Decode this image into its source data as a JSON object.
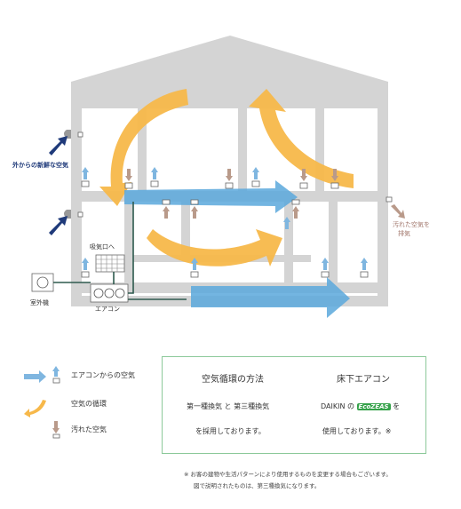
{
  "labels": {
    "fresh_air": "外からの新鮮な空気",
    "dirty_exhaust_1": "汚れた空気を",
    "dirty_exhaust_2": "排気",
    "intake": "吸気口へ",
    "outdoor_unit": "室外機",
    "aircon": "エアコン"
  },
  "legend": [
    {
      "icon": "blue-arrow-icon",
      "text": "エアコンからの空気"
    },
    {
      "icon": "circulation-arrow-icon",
      "text": "空気の循環"
    },
    {
      "icon": "brown-arrow-icon",
      "text": "汚れた空気"
    }
  ],
  "info_box": {
    "left_title": "空気循環の方法",
    "left_line1": "第一種換気 と 第三種換気",
    "left_line2": "を採用しております。",
    "right_title": "床下エアコン",
    "right_line1_a": "DAIKIN の",
    "right_line1_logo": "EcoZEAS",
    "right_line1_b": "を",
    "right_line2": "使用しております。※"
  },
  "notes": {
    "line1": "※ お客の建物や生活パターンにより使用するものを変更する場合もございます。",
    "line2": "図で説明されたものは、第三種換気になります。"
  },
  "colors": {
    "house": "#d4d4d4",
    "blue": "#5aa8dc",
    "yellow": "#f7b84a",
    "brown": "#b99a8a",
    "navy": "#1f3a7a",
    "duct": "#2e5a4e",
    "box_border": "#8cc99a"
  }
}
